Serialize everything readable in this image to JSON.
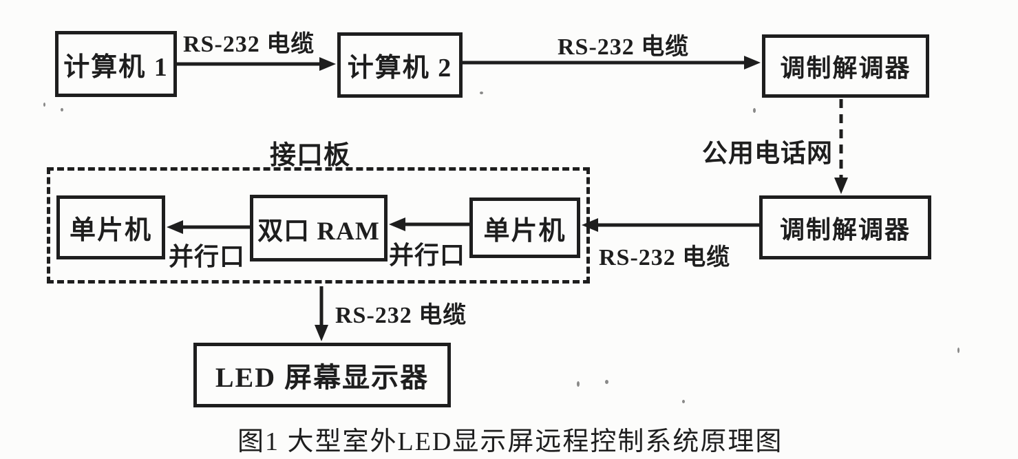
{
  "page": {
    "background_color": "#fcfcfb",
    "ink_color": "#1e1e1e"
  },
  "caption": "图1 大型室外LED显示屏远程控制系统原理图",
  "nodes": {
    "computer1": "计算机 1",
    "computer2": "计算机 2",
    "modem_top": "调制解调器",
    "modem_bottom": "调制解调器",
    "mcu_left": "单片机",
    "ram": "双口 RAM",
    "mcu_right": "单片机",
    "led_display": "LED 屏幕显示器",
    "interface_board": "接口板"
  },
  "edge_labels": {
    "rs232_computer1_computer2": "RS-232 电缆",
    "rs232_computer2_modem": "RS-232 电缆",
    "pstn": "公用电话网",
    "rs232_modem_mcu": "RS-232 电缆",
    "parallel_port_right": "并行口",
    "parallel_port_left": "并行口",
    "rs232_to_led": "RS-232 电缆"
  }
}
